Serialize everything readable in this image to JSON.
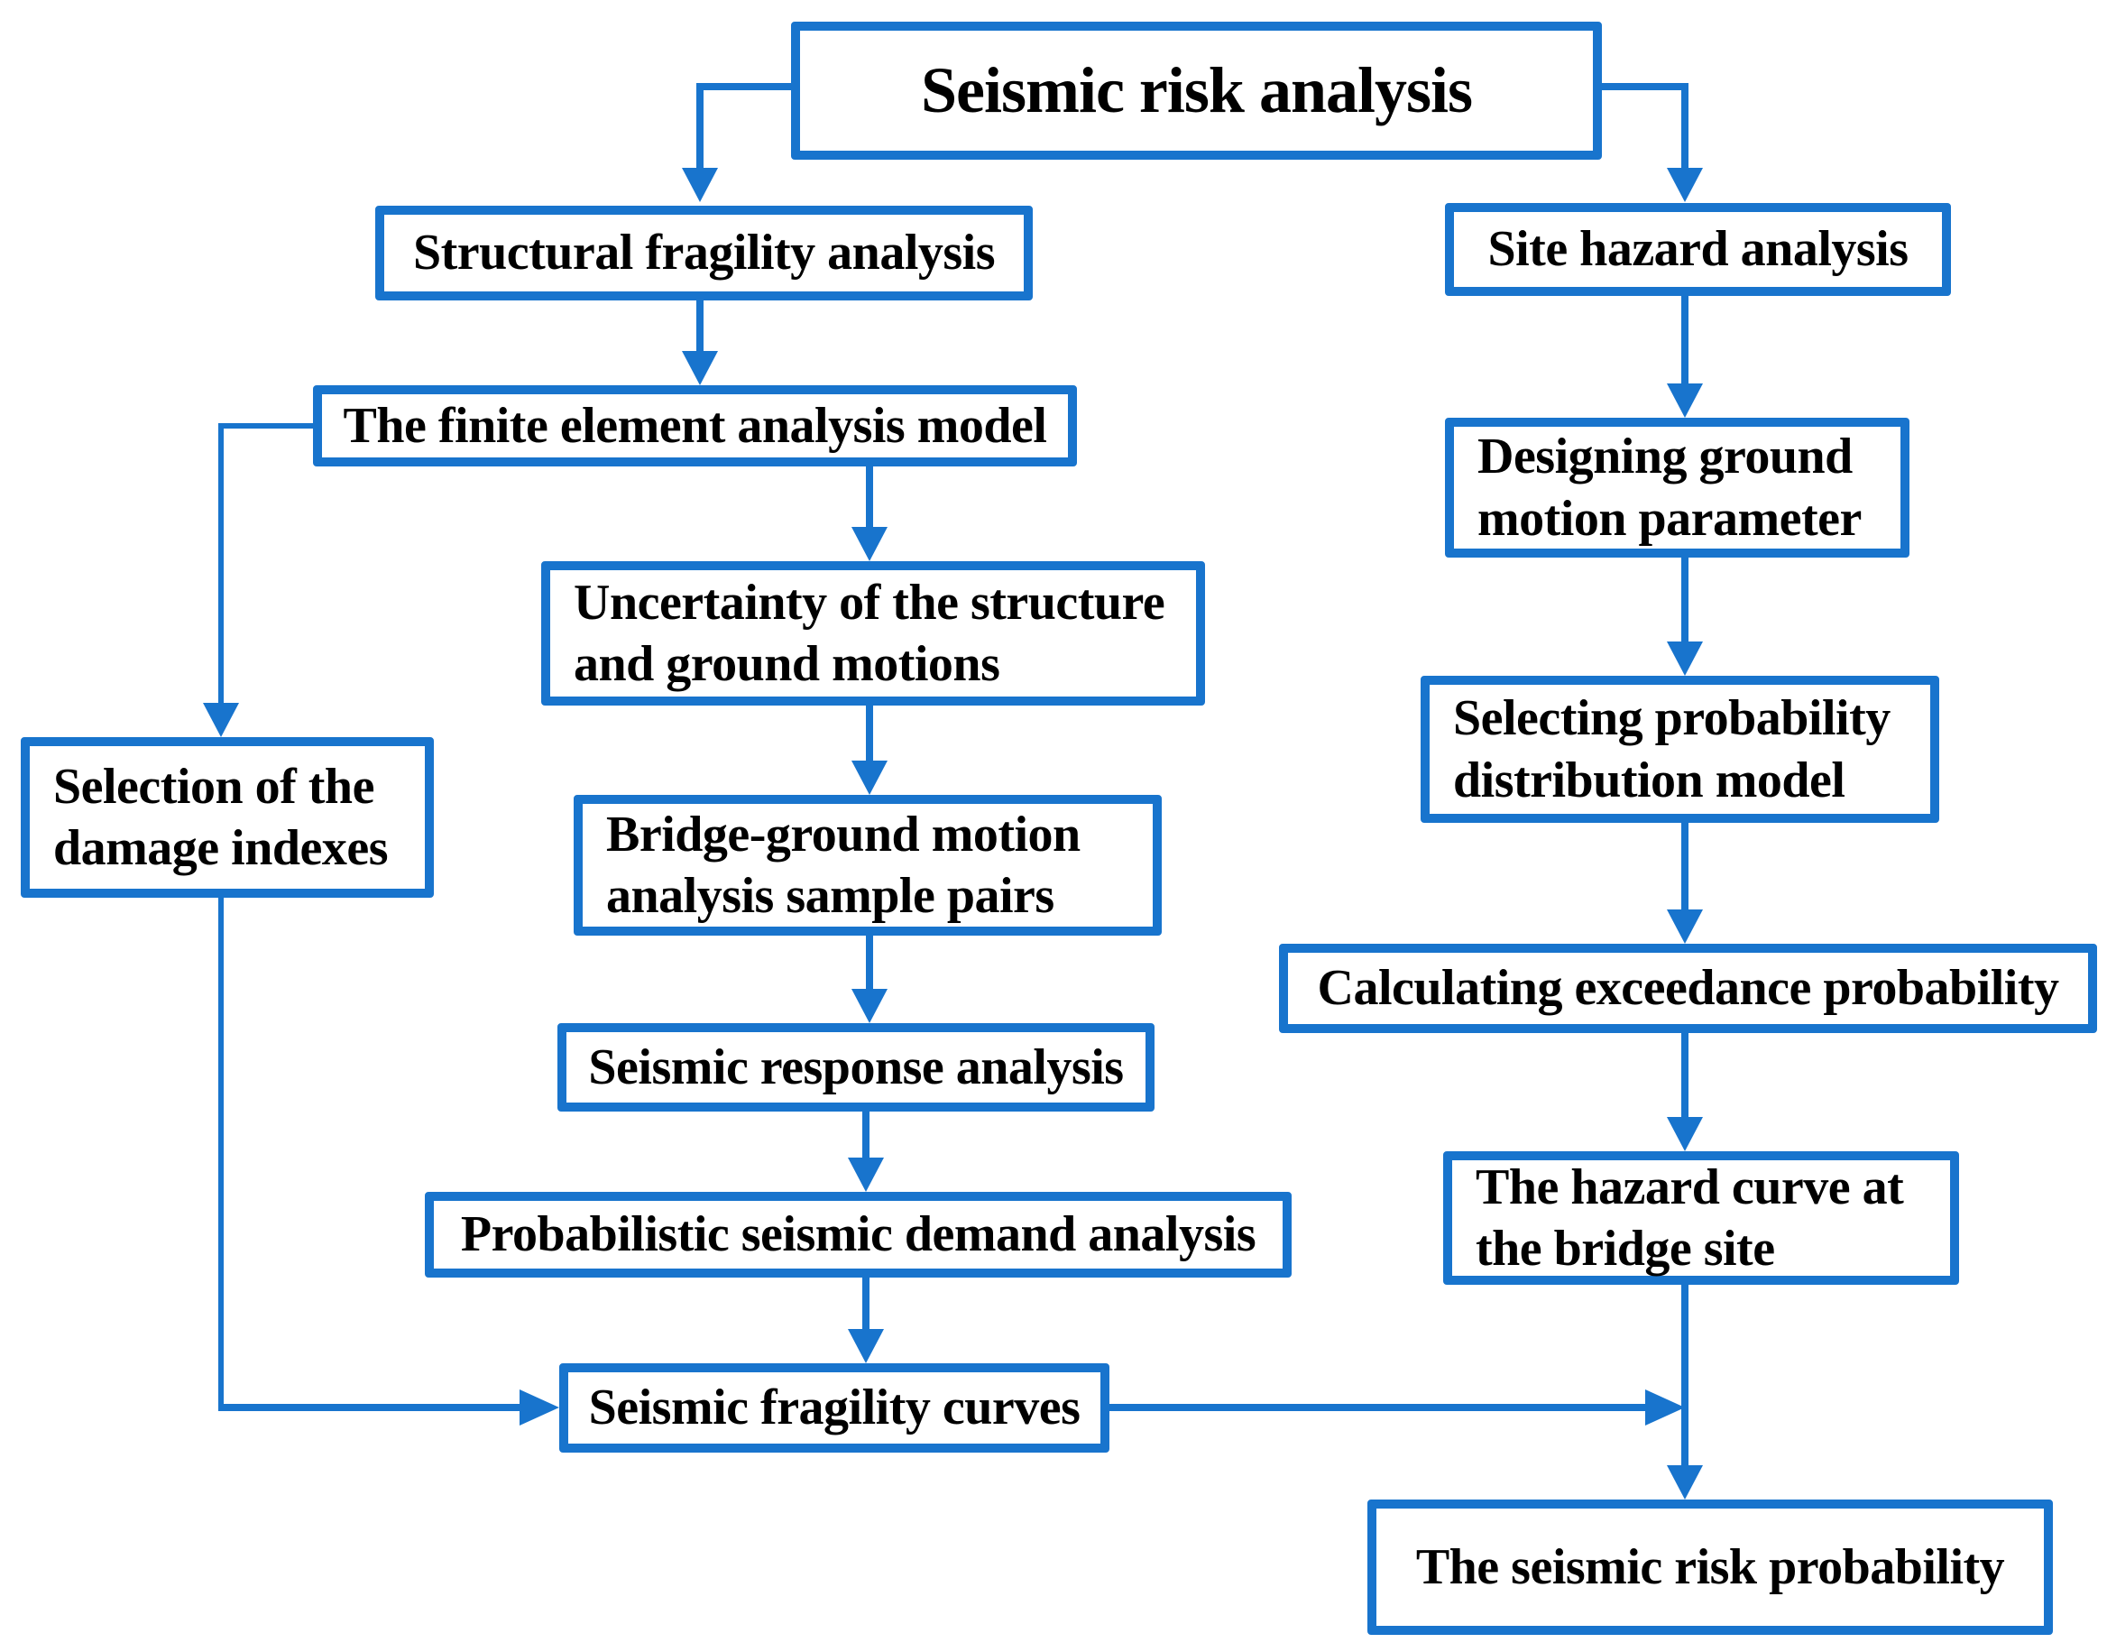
{
  "figure": {
    "type": "flowchart",
    "background": "#ffffff"
  },
  "colors": {
    "accent_blue": "#1874CD",
    "text": "#000000",
    "box_fill": "#ffffff"
  },
  "nodes": {
    "title": {
      "label": "Seismic risk analysis"
    },
    "structural_fragility": {
      "label": "Structural fragility analysis"
    },
    "site_hazard": {
      "label": "Site hazard analysis"
    },
    "finite_element": {
      "label": "The finite element analysis model"
    },
    "designing_ground": {
      "label": "Designing ground\nmotion parameter"
    },
    "uncertainty": {
      "label": "Uncertainty of the structure\nand ground motions"
    },
    "selecting_probability": {
      "label": "Selecting probability\ndistribution model"
    },
    "damage_indexes": {
      "label": "Selection of the\ndamage indexes"
    },
    "bridge_ground": {
      "label": "Bridge-ground motion\nanalysis sample pairs"
    },
    "calculating_exceedance": {
      "label": "Calculating exceedance probability"
    },
    "seismic_response": {
      "label": "Seismic response analysis"
    },
    "probabilistic_demand": {
      "label": "Probabilistic seismic demand analysis"
    },
    "hazard_curve": {
      "label": "The hazard curve at\nthe bridge site"
    },
    "fragility_curves": {
      "label": "Seismic fragility curves"
    },
    "risk_probability": {
      "label": "The seismic risk probability"
    }
  },
  "edges": [
    {
      "from": "title",
      "to": "structural_fragility"
    },
    {
      "from": "title",
      "to": "site_hazard"
    },
    {
      "from": "structural_fragility",
      "to": "finite_element"
    },
    {
      "from": "finite_element",
      "to": "uncertainty"
    },
    {
      "from": "finite_element",
      "to": "damage_indexes"
    },
    {
      "from": "uncertainty",
      "to": "bridge_ground"
    },
    {
      "from": "bridge_ground",
      "to": "seismic_response"
    },
    {
      "from": "seismic_response",
      "to": "probabilistic_demand"
    },
    {
      "from": "probabilistic_demand",
      "to": "fragility_curves"
    },
    {
      "from": "damage_indexes",
      "to": "fragility_curves"
    },
    {
      "from": "site_hazard",
      "to": "designing_ground"
    },
    {
      "from": "designing_ground",
      "to": "selecting_probability"
    },
    {
      "from": "selecting_probability",
      "to": "calculating_exceedance"
    },
    {
      "from": "calculating_exceedance",
      "to": "hazard_curve"
    },
    {
      "from": "hazard_curve",
      "to": "risk_probability"
    },
    {
      "from": "fragility_curves",
      "to": "risk_probability"
    }
  ]
}
